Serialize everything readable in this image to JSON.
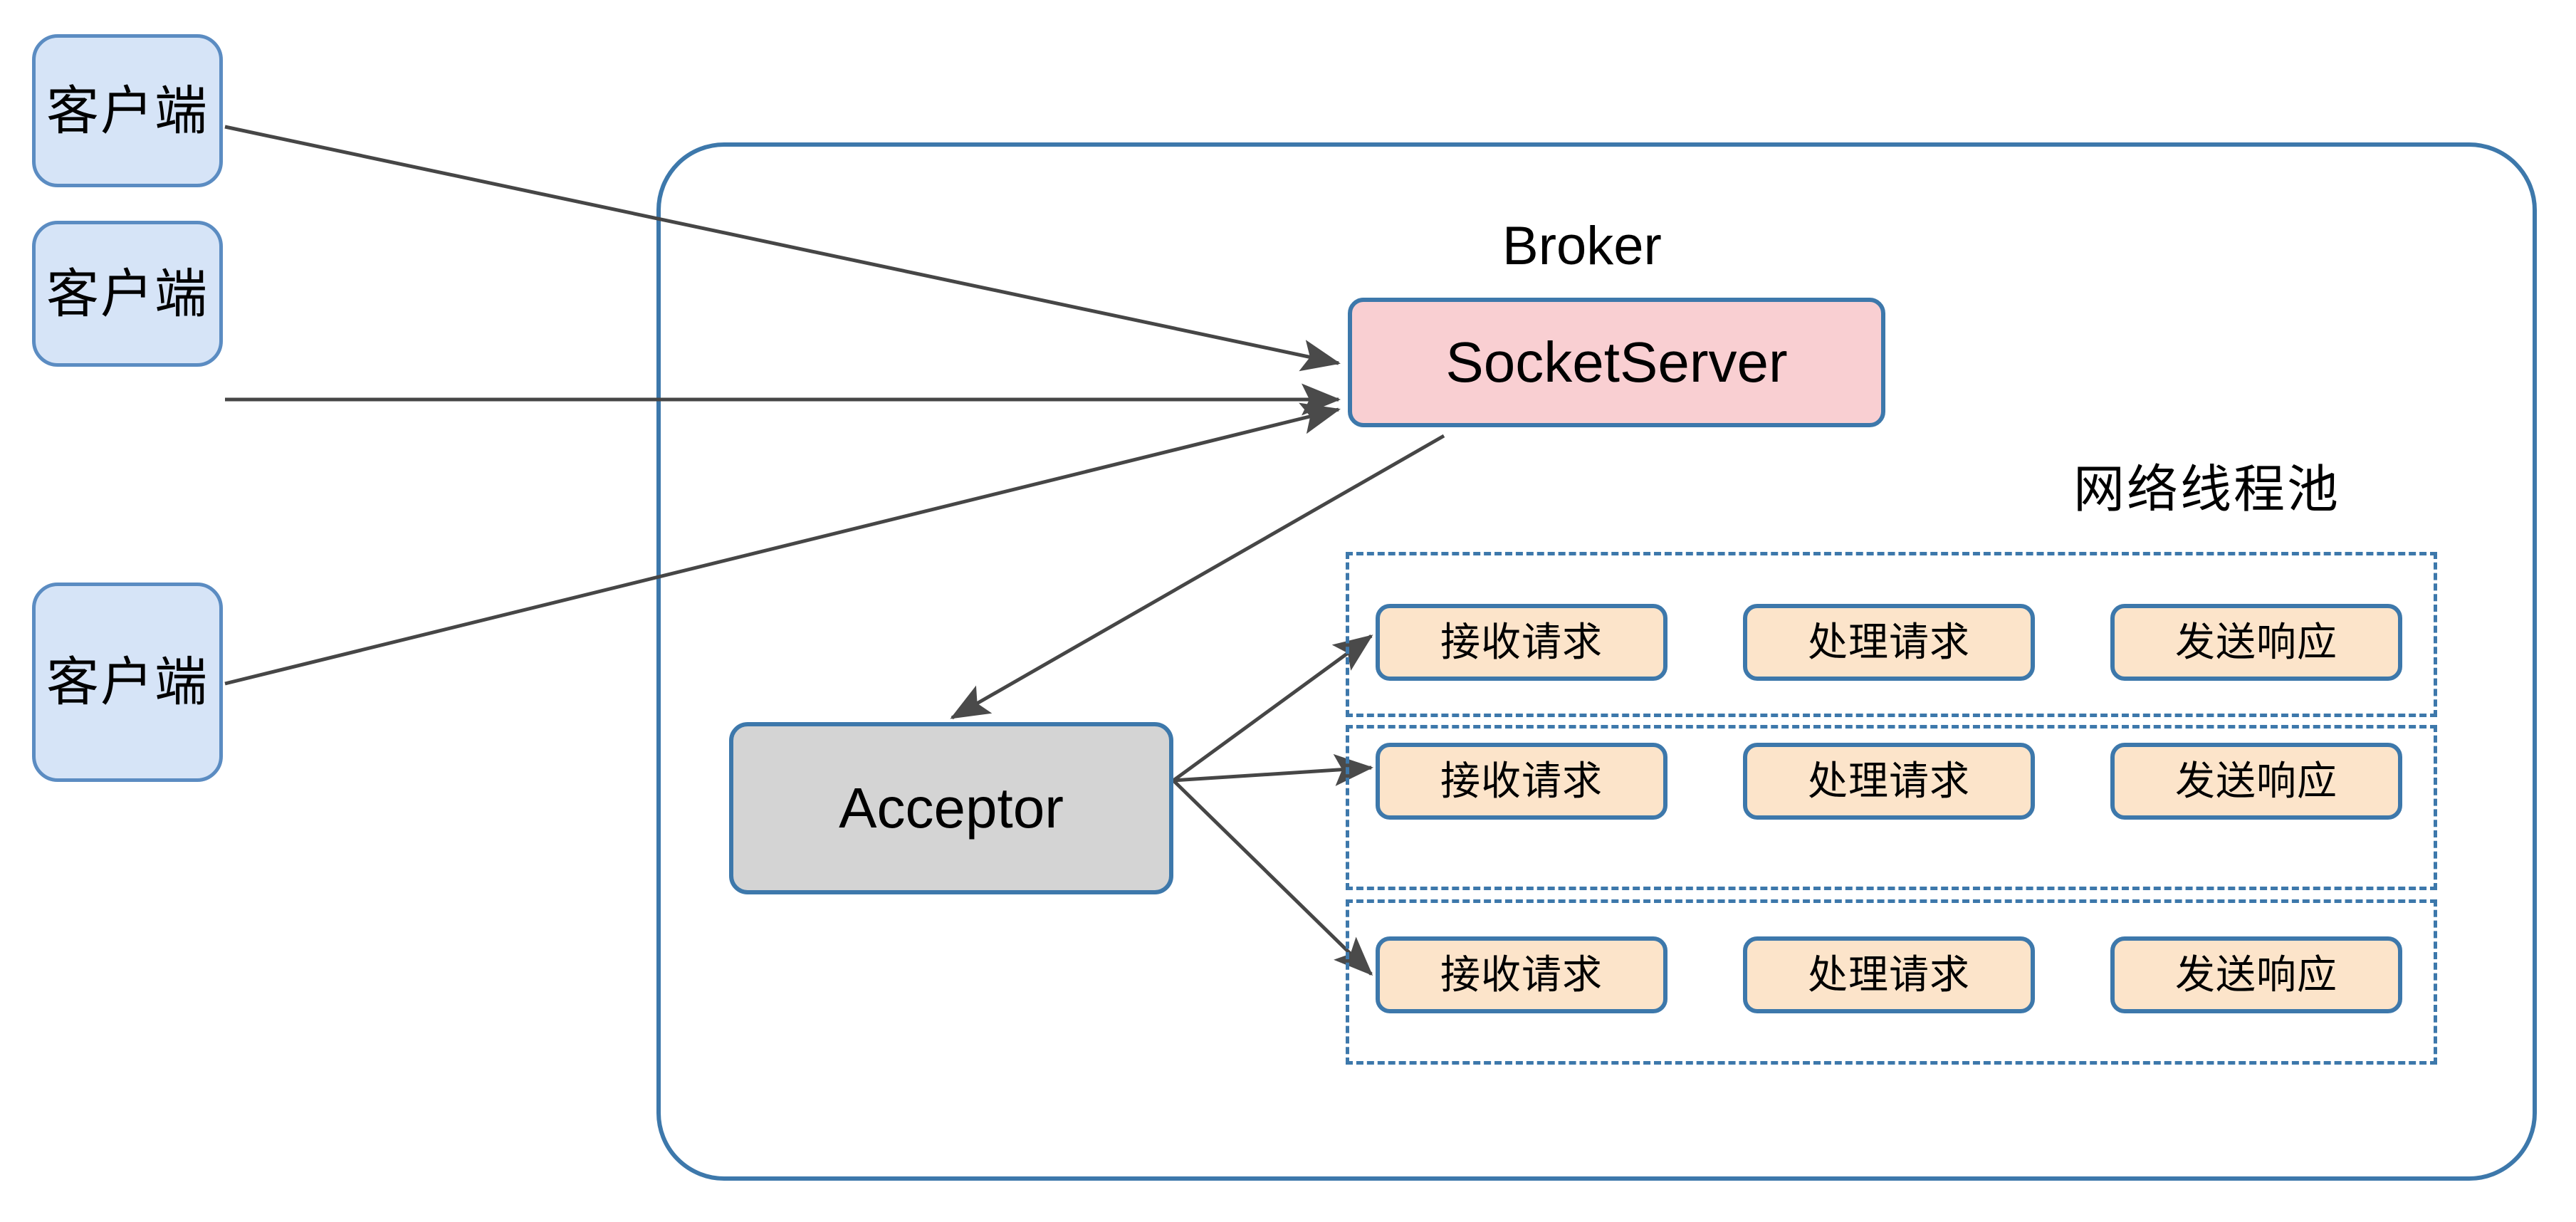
{
  "diagram": {
    "title_broker": "Broker",
    "title_pool": "网络线程池"
  },
  "clients": [
    {
      "label": "客户端"
    },
    {
      "label": "客户端"
    },
    {
      "label": "客户端"
    }
  ],
  "broker": {
    "label": "Broker",
    "socket_server": {
      "label": "SocketServer"
    },
    "acceptor": {
      "label": "Acceptor"
    },
    "thread_pool": {
      "label": "网络线程池",
      "rows": [
        {
          "stages": [
            {
              "label": "接收请求"
            },
            {
              "label": "处理请求"
            },
            {
              "label": "发送响应"
            }
          ]
        },
        {
          "stages": [
            {
              "label": "接收请求"
            },
            {
              "label": "处理请求"
            },
            {
              "label": "发送响应"
            }
          ]
        },
        {
          "stages": [
            {
              "label": "接收请求"
            },
            {
              "label": "处理请求"
            },
            {
              "label": "发送响应"
            }
          ]
        }
      ]
    }
  },
  "colors": {
    "client_fill": "#d6e4f7",
    "client_stroke": "#5b8cc2",
    "socket_fill": "#f9cfd2",
    "acceptor_fill": "#d4d4d4",
    "thread_fill": "#fce4ca",
    "node_stroke": "#3d78ab",
    "edge_stroke": "#464646",
    "frame_stroke": "#3d78ab"
  },
  "edges": [
    {
      "name": "client-1-to-socketserver",
      "from": "client-1",
      "to": "socket-server"
    },
    {
      "name": "client-2-to-socketserver",
      "from": "client-2",
      "to": "socket-server"
    },
    {
      "name": "client-3-to-socketserver",
      "from": "client-3",
      "to": "socket-server"
    },
    {
      "name": "socketserver-to-acceptor",
      "from": "socket-server",
      "to": "acceptor"
    },
    {
      "name": "acceptor-to-thread-row-1",
      "from": "acceptor",
      "to": "thread-row-1-receive"
    },
    {
      "name": "acceptor-to-thread-row-2",
      "from": "acceptor",
      "to": "thread-row-2-receive"
    },
    {
      "name": "acceptor-to-thread-row-3",
      "from": "acceptor",
      "to": "thread-row-3-receive"
    }
  ]
}
